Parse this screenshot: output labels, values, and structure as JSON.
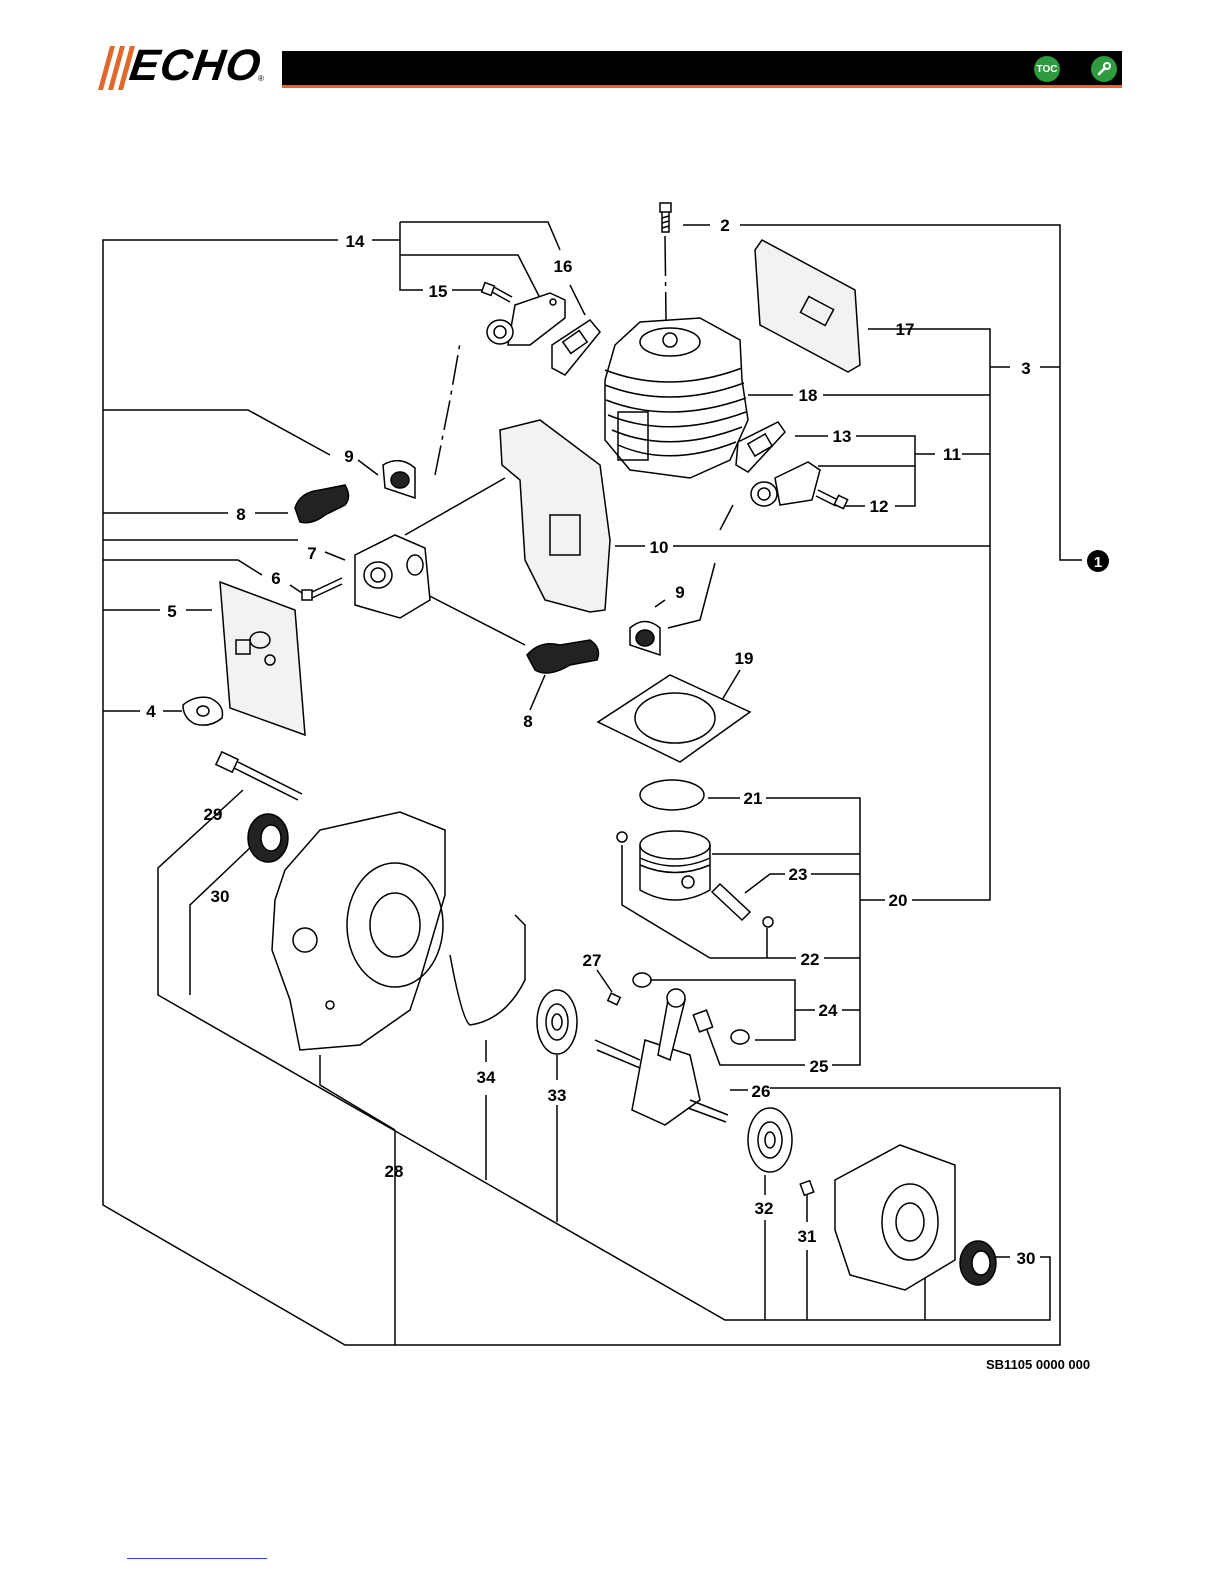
{
  "header": {
    "brand": "ECHO",
    "registered_mark": "®",
    "toc_label": "TOC",
    "accent_color": "#e0682a",
    "bar_color": "#000000",
    "button_color": "#2e9b3f",
    "tool_icon": "wrench-icon"
  },
  "diagram": {
    "drawing_code": "SB1105 0000 000",
    "assembly_marker": "1",
    "callouts": [
      {
        "id": "c2",
        "label": "2"
      },
      {
        "id": "c3",
        "label": "3"
      },
      {
        "id": "c4",
        "label": "4"
      },
      {
        "id": "c5",
        "label": "5"
      },
      {
        "id": "c6",
        "label": "6"
      },
      {
        "id": "c7",
        "label": "7"
      },
      {
        "id": "c8a",
        "label": "8"
      },
      {
        "id": "c8b",
        "label": "8"
      },
      {
        "id": "c9a",
        "label": "9"
      },
      {
        "id": "c9b",
        "label": "9"
      },
      {
        "id": "c10",
        "label": "10"
      },
      {
        "id": "c11",
        "label": "11"
      },
      {
        "id": "c12",
        "label": "12"
      },
      {
        "id": "c13",
        "label": "13"
      },
      {
        "id": "c14",
        "label": "14"
      },
      {
        "id": "c15",
        "label": "15"
      },
      {
        "id": "c16",
        "label": "16"
      },
      {
        "id": "c17",
        "label": "17"
      },
      {
        "id": "c18",
        "label": "18"
      },
      {
        "id": "c19",
        "label": "19"
      },
      {
        "id": "c20",
        "label": "20"
      },
      {
        "id": "c21",
        "label": "21"
      },
      {
        "id": "c22",
        "label": "22"
      },
      {
        "id": "c23",
        "label": "23"
      },
      {
        "id": "c24",
        "label": "24"
      },
      {
        "id": "c25",
        "label": "25"
      },
      {
        "id": "c26",
        "label": "26"
      },
      {
        "id": "c27",
        "label": "27"
      },
      {
        "id": "c28",
        "label": "28"
      },
      {
        "id": "c29",
        "label": "29"
      },
      {
        "id": "c30a",
        "label": "30"
      },
      {
        "id": "c30b",
        "label": "30"
      },
      {
        "id": "c31",
        "label": "31"
      },
      {
        "id": "c32",
        "label": "32"
      },
      {
        "id": "c33",
        "label": "33"
      },
      {
        "id": "c34",
        "label": "34"
      }
    ]
  }
}
